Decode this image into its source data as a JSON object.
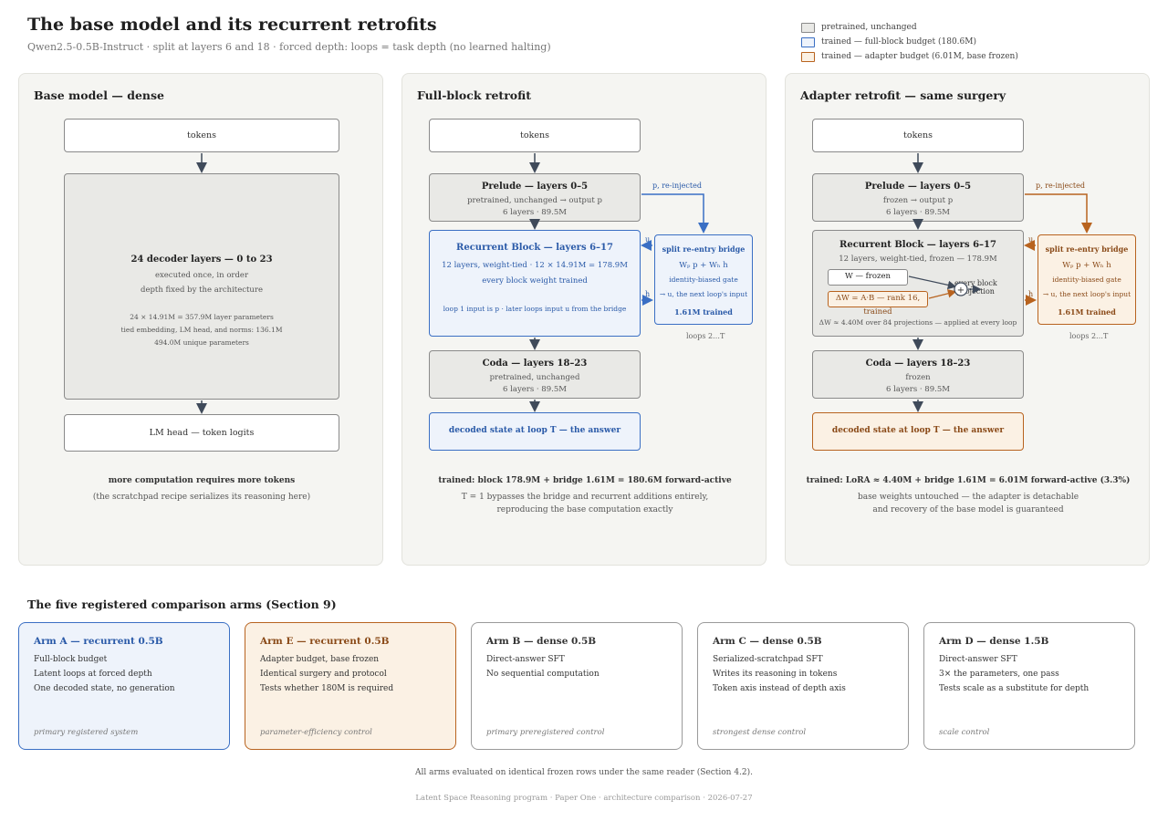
{
  "header": {
    "title": "The base model and its recurrent retrofits",
    "subtitle": "Qwen2.5-0.5B-Instruct · split at layers 6 and 18 · forced depth: loops = task depth (no learned halting)"
  },
  "legend": [
    {
      "label": "pretrained, unchanged",
      "color": "#8a8a8a"
    },
    {
      "label": "trained — full-block budget (180.6M)",
      "color": "#3a6fc4"
    },
    {
      "label": "trained — adapter budget (6.01M, base frozen)",
      "color": "#b8631f"
    }
  ],
  "colors": {
    "blue": "#3a6fc4",
    "orange": "#b8631f",
    "gray": "#8a8a8a",
    "panel_bg": "#f5f5f2"
  },
  "base": {
    "title": "Base model — dense",
    "tokens": "tokens",
    "decoder_title": "24 decoder layers — 0 to 23",
    "decoder_l1": "executed once, in order",
    "decoder_l2": "depth fixed by the architecture",
    "decoder_p1": "24 × 14.91M = 357.9M layer parameters",
    "decoder_p2": "tied embedding, LM head, and norms: 136.1M",
    "decoder_p3": "494.0M unique parameters",
    "lm_head": "LM head — token logits",
    "note_bold": "more computation requires more tokens",
    "note": "(the scratchpad recipe serializes its reasoning here)"
  },
  "full": {
    "title": "Full-block retrofit",
    "tokens": "tokens",
    "prelude_title": "Prelude — layers 0–5",
    "prelude_l1": "pretrained, unchanged → output p",
    "prelude_l2": "6 layers · 89.5M",
    "p_label": "p, re-injected",
    "rb_title": "Recurrent Block — layers 6–17",
    "rb_l1": "12 layers, weight-tied · 12 × 14.91M = 178.9M",
    "rb_l2": "every block weight trained",
    "rb_l3": "loop 1 input is p · later loops input u from the bridge",
    "u_label": "u",
    "h_label": "h",
    "bridge_title": "split re-entry bridge",
    "bridge_l1": "Wₚ p + Wₕ h",
    "bridge_l2": "identity-biased gate",
    "bridge_l3": "→ u, the next loop's input",
    "bridge_l4": "1.61M trained",
    "loops": "loops 2…T",
    "coda_title": "Coda — layers 18–23",
    "coda_l1": "pretrained, unchanged",
    "coda_l2": "6 layers · 89.5M",
    "decoded": "decoded state at loop T — the answer",
    "note_bold": "trained: block 178.9M + bridge 1.61M = 180.6M forward-active",
    "note1": "T = 1 bypasses the bridge and recurrent additions entirely,",
    "note2": "reproducing the base computation exactly"
  },
  "adapter": {
    "title": "Adapter retrofit — same surgery",
    "tokens": "tokens",
    "prelude_title": "Prelude — layers 0–5",
    "prelude_l1": "frozen → output p",
    "prelude_l2": "6 layers · 89.5M",
    "p_label": "p, re-injected",
    "rb_title": "Recurrent Block — layers 6–17",
    "rb_l1": "12 layers, weight-tied, frozen — 178.9M",
    "w_frozen": "W — frozen",
    "delta_w": "ΔW = A·B — rank 16, trained",
    "plus": "+",
    "every_block_1": "every block",
    "every_block_2": "projection",
    "rb_l2": "ΔW ≈ 4.40M over 84 projections — applied at every loop",
    "u_label": "u",
    "h_label": "h",
    "bridge_title": "split re-entry bridge",
    "bridge_l1": "Wₚ p + Wₕ h",
    "bridge_l2": "identity-biased gate",
    "bridge_l3": "→ u, the next loop's input",
    "bridge_l4": "1.61M trained",
    "loops": "loops 2…T",
    "coda_title": "Coda — layers 18–23",
    "coda_l1": "frozen",
    "coda_l2": "6 layers · 89.5M",
    "decoded": "decoded state at loop T — the answer",
    "note_bold": "trained: LoRA ≈ 4.40M + bridge 1.61M = 6.01M forward-active (3.3%)",
    "note1": "base weights untouched — the adapter is detachable",
    "note2": "and recovery of the base model is guaranteed"
  },
  "arms_title": "The five registered comparison arms (Section 9)",
  "arms": [
    {
      "title": "Arm A — recurrent 0.5B",
      "lines": [
        "Full-block budget",
        "Latent loops at forced depth",
        "One decoded state, no generation"
      ],
      "foot": "primary registered system"
    },
    {
      "title": "Arm E — recurrent 0.5B",
      "lines": [
        "Adapter budget, base frozen",
        "Identical surgery and protocol",
        "Tests whether 180M is required"
      ],
      "foot": "parameter-efficiency control"
    },
    {
      "title": "Arm B — dense 0.5B",
      "lines": [
        "Direct-answer SFT",
        "No sequential computation",
        ""
      ],
      "foot": "primary preregistered control"
    },
    {
      "title": "Arm C — dense 0.5B",
      "lines": [
        "Serialized-scratchpad SFT",
        "Writes its reasoning in tokens",
        "Token axis instead of depth axis"
      ],
      "foot": "strongest dense control"
    },
    {
      "title": "Arm D — dense 1.5B",
      "lines": [
        "Direct-answer SFT",
        "3× the parameters, one pass",
        "Tests scale as a substitute for depth"
      ],
      "foot": "scale control"
    }
  ],
  "footnote": "All arms evaluated on identical frozen rows under the same reader (Section 4.2).",
  "credit": "Latent Space Reasoning program · Paper One · architecture comparison · 2026-07-27"
}
